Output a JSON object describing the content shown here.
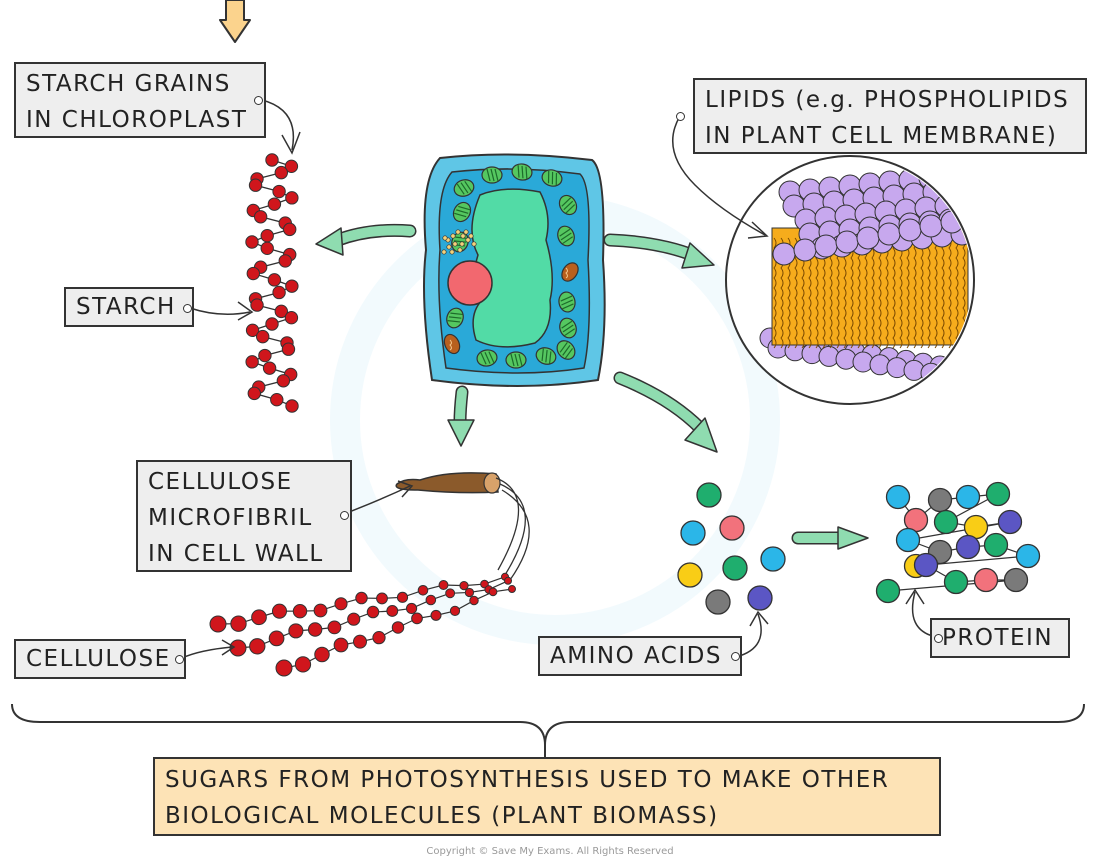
{
  "labels": {
    "starch_grains": [
      "STARCH GRAINS",
      "IN CHLOROPLAST"
    ],
    "starch": "STARCH",
    "lipids": [
      "LIPIDS (e.g. PHOSPHOLIPIDS",
      "IN PLANT CELL MEMBRANE)"
    ],
    "cellulose_microfibril": [
      "CELLULOSE",
      "MICROFIBRIL",
      "IN CELL WALL"
    ],
    "cellulose": "CELLULOSE",
    "amino_acids": "AMINO ACIDS",
    "protein": "PROTEIN"
  },
  "summary": [
    "SUGARS FROM PHOTOSYNTHESIS USED TO MAKE OTHER",
    "BIOLOGICAL MOLECULES (PLANT BIOMASS)"
  ],
  "copyright": "Copyright © Save My Exams. All Rights Reserved",
  "colors": {
    "arrow_green": "#8fdcb0",
    "input_arrow": "#fbd38d",
    "glucose_red": "#d0161c",
    "cell_wall": "#5fc6e6",
    "cytoplasm": "#2aa9d8",
    "vacuole": "#52dba6",
    "nucleus": "#f2686f",
    "chloroplast": "#55c760",
    "mitochondrion": "#b8601e",
    "phospholipid_head": "#c7a8ee",
    "fatty_acid_tail": "#f6ac1c",
    "microfibril": "#8b5a2b",
    "label_fill": "#eeeeee",
    "summary_fill": "#fde3b6",
    "amino_acid_colors": [
      "#1fae6e",
      "#2bb6e8",
      "#f2727c",
      "#f9cd16",
      "#7a7a7a",
      "#5b56c4"
    ]
  },
  "icons": [
    "plant-cell",
    "starch-chain",
    "phospholipid-bilayer",
    "cellulose-chains",
    "amino-acid",
    "protein-chain",
    "flow-arrow",
    "curly-brace"
  ]
}
